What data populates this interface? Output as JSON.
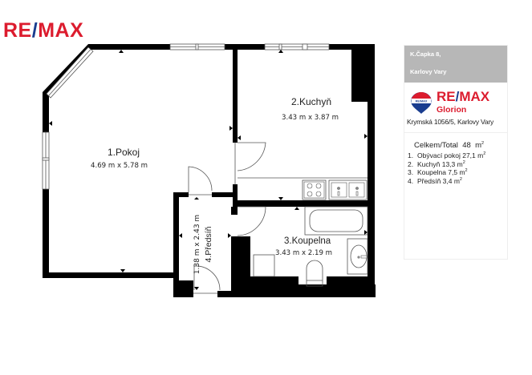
{
  "brand": {
    "logo_text_left": "RE",
    "logo_slash": "/",
    "logo_text_right": "MAX",
    "color_red": "#dc1c2e",
    "color_blue": "#1a3d8f"
  },
  "floor_plan": {
    "wall_color": "#000000",
    "rooms": [
      {
        "id": 1,
        "name": "1.Pokoj",
        "dimensions": "4.69 m x 5.78 m"
      },
      {
        "id": 2,
        "name": "2.Kuchyň",
        "dimensions": "3.43 m x 3.87 m"
      },
      {
        "id": 3,
        "name": "3.Koupelna",
        "dimensions": "3.43 m x 2.19 m"
      },
      {
        "id": 4,
        "name": "4.Předsíň",
        "dimensions": "1.38 m x 2.43 m"
      }
    ],
    "fixtures": [
      "stove-icon",
      "double-sink-icon",
      "bathtub-icon",
      "washbasin-icon",
      "toilet-icon",
      "washing-machine-icon"
    ]
  },
  "panel": {
    "address_line1": "K.Čapka 8,",
    "address_line2": "Karlovy Vary",
    "header_bg": "#b7b7b7",
    "agency": {
      "brand_left": "RE",
      "brand_slash": "/",
      "brand_right": "MAX",
      "office": "Glorion",
      "address": "Krymská 1056/5, Karlovy Vary"
    },
    "total_label": "Celkem/Total",
    "total_value": "48",
    "unit": "m",
    "unit_exp": "2",
    "areas": [
      {
        "num": "1.",
        "label": "Obývací pokoj 27,1 m"
      },
      {
        "num": "2.",
        "label": "Kuchyň 13,3 m"
      },
      {
        "num": "3.",
        "label": "Koupelna 7,5 m"
      },
      {
        "num": "4.",
        "label": "Předsíň 3,4 m"
      }
    ]
  }
}
